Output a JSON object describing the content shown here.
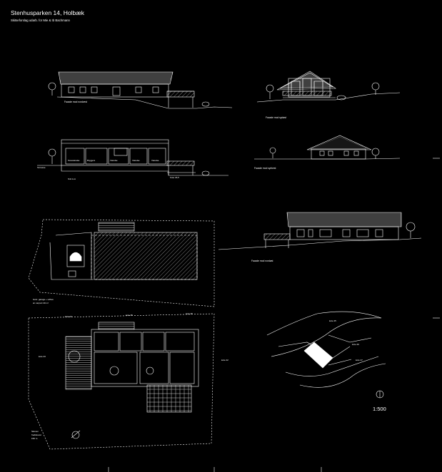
{
  "header": {
    "title": "Stenhusparken 14, Holbæk",
    "subtitle": "Skitseforslag udarb. for Mie & Ib Bachmann"
  },
  "labels": {
    "facade_north": "Facade mod nordvest",
    "facade_south": "Facade mod sydøst",
    "facade_southwest": "Facade mod sydvest",
    "facade_northeast": "Facade mod nordøst",
    "section_label": "Snit A-A",
    "terrace_label": "Terrasse",
    "room_a": "Soveværelse",
    "room_b": "Bryggers",
    "room_c": "Værelse",
    "room_d": "Værelse",
    "room_e": "Værelse",
    "level_1": "Kote 21,0",
    "level_2": "Kote 18,5",
    "garage_note_1": "Gulv: garage + udhus",
    "garage_note_2": "at: carport 40 m²",
    "kote_1": "kote 24",
    "kote_2": "kote 25",
    "kote_3": "kote 26",
    "kote_4": "kote 23",
    "kote_5": "kote 22",
    "kote_6": "kote 25",
    "kote_7": "kote 26",
    "kote_8": "kote 27",
    "plan_note_1": "Skoven",
    "plan_note_2": "fredskovet",
    "plan_note_3": "150 m",
    "scale": "1:500"
  },
  "colors": {
    "background": "#000000",
    "line": "#ffffff"
  }
}
